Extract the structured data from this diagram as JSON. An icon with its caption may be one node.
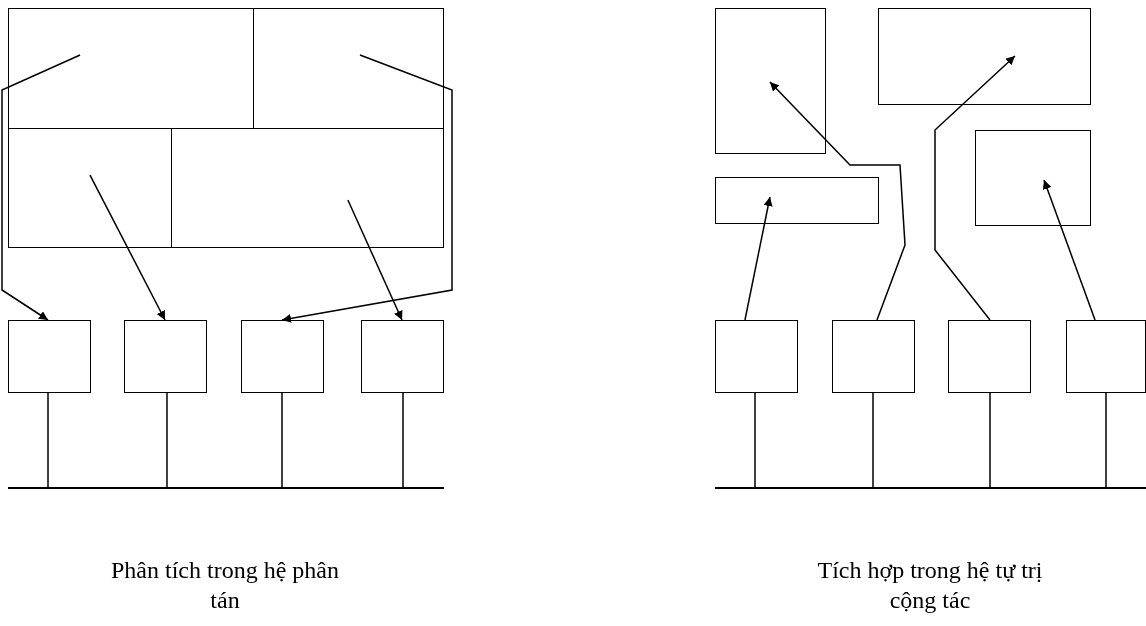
{
  "diagram": {
    "nodes": [
      {
        "text": [],
        "shape": "box"
      },
      {
        "text": [],
        "shape": "box"
      },
      {
        "text": [],
        "shape": "box"
      },
      {
        "text": [],
        "shape": "box"
      },
      {
        "text": [],
        "shape": "box"
      },
      {
        "text": [],
        "shape": "box"
      },
      {
        "text": [],
        "shape": "box"
      },
      {
        "text": [],
        "shape": "box"
      },
      {
        "text": [],
        "shape": "bar"
      },
      {
        "text": [],
        "shape": "box"
      },
      {
        "text": [],
        "shape": "box"
      },
      {
        "text": [],
        "shape": "box"
      },
      {
        "text": [],
        "shape": "box"
      },
      {
        "text": [],
        "shape": "box"
      },
      {
        "text": [],
        "shape": "box"
      },
      {
        "text": [],
        "shape": "box"
      },
      {
        "text": [],
        "shape": "box"
      },
      {
        "text": [],
        "shape": "bar"
      }
    ],
    "edges": [
      {
        "from": 0,
        "to": 4,
        "arrow": "to"
      },
      {
        "from": 2,
        "to": 5,
        "arrow": "to"
      },
      {
        "from": 1,
        "to": 6,
        "arrow": "to"
      },
      {
        "from": 3,
        "to": 7,
        "arrow": "to"
      },
      {
        "from": 4,
        "to": 8,
        "arrow": "none"
      },
      {
        "from": 5,
        "to": 8,
        "arrow": "none"
      },
      {
        "from": 6,
        "to": 8,
        "arrow": "none"
      },
      {
        "from": 7,
        "to": 8,
        "arrow": "none"
      },
      {
        "from": 13,
        "to": 11,
        "arrow": "to"
      },
      {
        "from": 14,
        "to": 9,
        "arrow": "to"
      },
      {
        "from": 15,
        "to": 10,
        "arrow": "to"
      },
      {
        "from": 16,
        "to": 12,
        "arrow": "to"
      },
      {
        "from": 13,
        "to": 17,
        "arrow": "none"
      },
      {
        "from": 14,
        "to": 17,
        "arrow": "none"
      },
      {
        "from": 15,
        "to": 17,
        "arrow": "none"
      },
      {
        "from": 16,
        "to": 17,
        "arrow": "none"
      }
    ],
    "labels": [
      "Phân tích trong hệ phân tán",
      "Tích hợp trong hệ tự trị cộng tác"
    ]
  }
}
